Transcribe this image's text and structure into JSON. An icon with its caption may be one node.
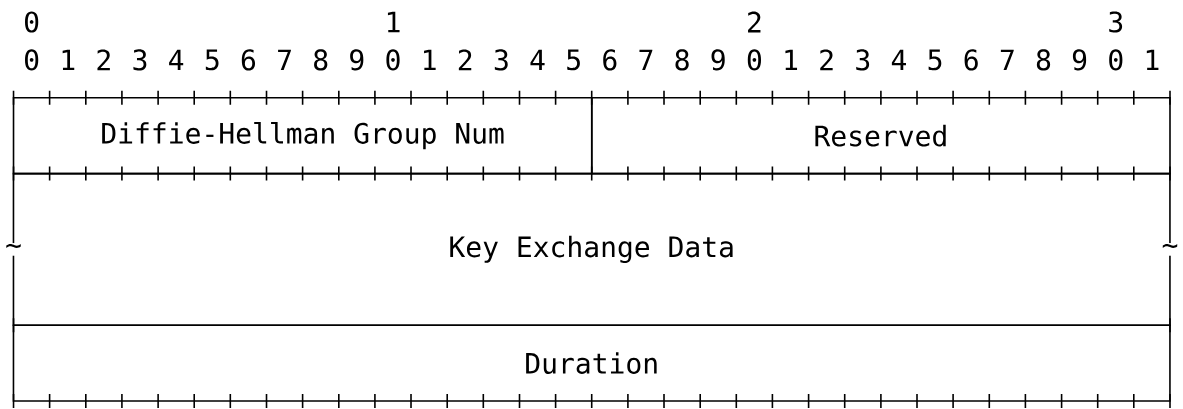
{
  "diagram": {
    "nodes": [
      {
        "text": [
          "Diffie-Hellman Group Num"
        ]
      },
      {
        "text": [
          "Reserved"
        ]
      },
      {
        "text": [
          "Key Exchange Data"
        ]
      },
      {
        "text": [
          "Duration"
        ]
      }
    ],
    "labels": [
      "0",
      "1",
      "2",
      "3",
      "0",
      "1",
      "2",
      "3",
      "4",
      "5",
      "6",
      "7",
      "8",
      "9",
      "0",
      "1",
      "2",
      "3",
      "4",
      "5",
      "6",
      "7",
      "8",
      "9",
      "0",
      "1",
      "2",
      "3",
      "4",
      "5",
      "6",
      "7",
      "8",
      "9",
      "0",
      "1",
      "~",
      "~"
    ]
  }
}
